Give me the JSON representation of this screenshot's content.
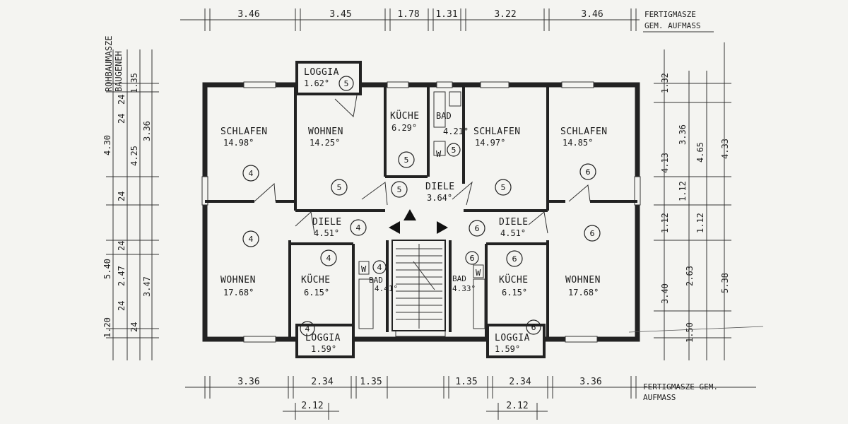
{
  "top_dims": {
    "values": [
      "3.46",
      "3.45",
      "1.78",
      "1.31",
      "3.22",
      "3.46"
    ],
    "note_line1": "FERTIGMASZE",
    "note_line2": "GEM. AUFMASS"
  },
  "bottom_dims": {
    "values": [
      "3.36",
      "2.34",
      "1.35",
      "1.35",
      "2.34",
      "3.36"
    ],
    "sub_values": [
      "2.12",
      "2.12"
    ],
    "note_line1": "FERTIGMASZE GEM.",
    "note_line2": "AUFMASS"
  },
  "left_dims": {
    "vertical_note1": "ROHBAUMASZE",
    "vertical_note2": "BAUGENEH",
    "outer": [
      "4.30",
      "5.40"
    ],
    "mid": [
      "1.35",
      "3.36",
      "4.25",
      "2.47",
      "3.47",
      "1.20"
    ],
    "inner": [
      "24",
      "24",
      "24",
      "24",
      "24",
      "24"
    ]
  },
  "right_dims": {
    "col1": [
      "1.32",
      "4.13",
      "1.12",
      "3.40",
      "1.50"
    ],
    "col2": [
      "3.36",
      "1.12",
      "2.63"
    ],
    "col3": [
      "4.65",
      "1.12"
    ],
    "col4": [
      "4.33",
      "5.38"
    ]
  },
  "rooms": [
    {
      "name": "SCHLAFEN",
      "area": "14.98°",
      "unit": "4"
    },
    {
      "name": "WOHNEN",
      "area": "14.25°",
      "unit": "5"
    },
    {
      "name": "KÜCHE",
      "area": "6.29°",
      "unit": "5"
    },
    {
      "name": "BAD",
      "area": "4.21°",
      "unit": "5"
    },
    {
      "name": "SCHLAFEN",
      "area": "14.97°",
      "unit": "5"
    },
    {
      "name": "SCHLAFEN",
      "area": "14.85°",
      "unit": "6"
    },
    {
      "name": "DIELE",
      "area": "3.64°",
      "unit": "5"
    },
    {
      "name": "DIELE",
      "area": "4.51°",
      "unit": "4"
    },
    {
      "name": "DIELE",
      "area": "4.51°",
      "unit": "6"
    },
    {
      "name": "WOHNEN",
      "area": "17.68°",
      "unit": "4"
    },
    {
      "name": "KÜCHE",
      "area": "6.15°",
      "unit": "4"
    },
    {
      "name": "BAD",
      "area": "4.41°",
      "unit": "4"
    },
    {
      "name": "BAD",
      "area": "4.33°",
      "unit": "6"
    },
    {
      "name": "KÜCHE",
      "area": "6.15°",
      "unit": "6"
    },
    {
      "name": "WOHNEN",
      "area": "17.68°",
      "unit": "6"
    }
  ],
  "loggias": [
    {
      "name": "LOGGIA",
      "area": "1.62°",
      "unit": "5"
    },
    {
      "name": "LOGGIA",
      "area": "1.59°",
      "unit": "4"
    },
    {
      "name": "LOGGIA",
      "area": "1.59°",
      "unit": "6"
    }
  ],
  "wc_marks": [
    "W",
    "W",
    "W"
  ]
}
